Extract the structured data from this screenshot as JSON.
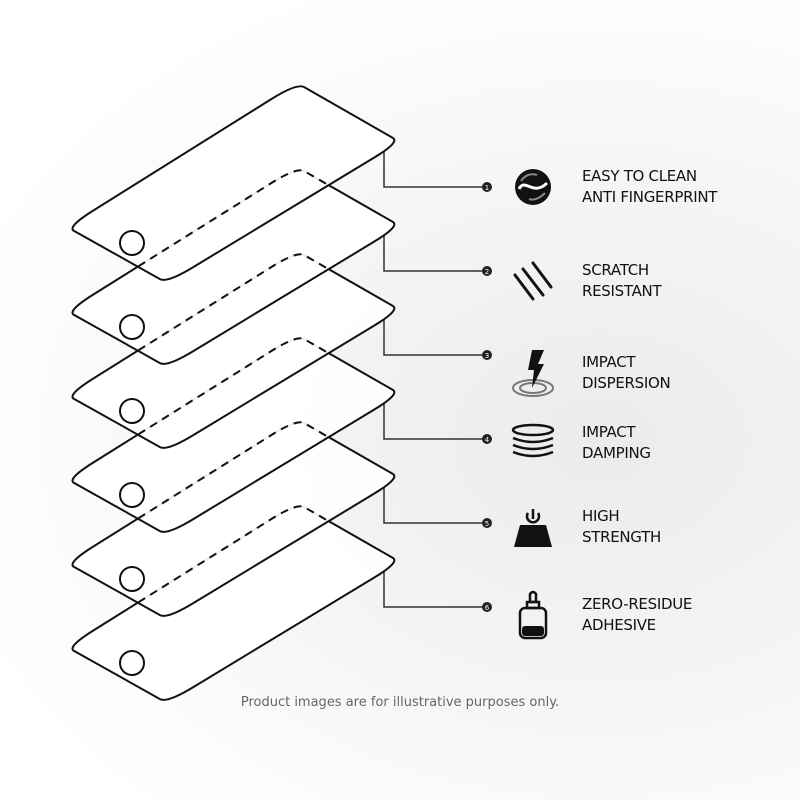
{
  "features": [
    {
      "number": "1",
      "line1": "EASY TO CLEAN",
      "line2": "ANTI FINGERPRINT",
      "icon": "fingerprint-yin-yang-icon"
    },
    {
      "number": "2",
      "line1": "SCRATCH",
      "line2": "RESISTANT",
      "icon": "scratch-marks-icon"
    },
    {
      "number": "3",
      "line1": "IMPACT",
      "line2": "DISPERSION",
      "icon": "lightning-ripple-icon"
    },
    {
      "number": "4",
      "line1": "IMPACT",
      "line2": "DAMPING",
      "icon": "stacked-rings-icon"
    },
    {
      "number": "5",
      "line1": "HIGH",
      "line2": "STRENGTH",
      "icon": "weight-icon"
    },
    {
      "number": "6",
      "line1": "ZERO-RESIDUE",
      "line2": "ADHESIVE",
      "icon": "adhesive-bottle-icon"
    }
  ],
  "caption": "Product images are for illustrative purposes only."
}
